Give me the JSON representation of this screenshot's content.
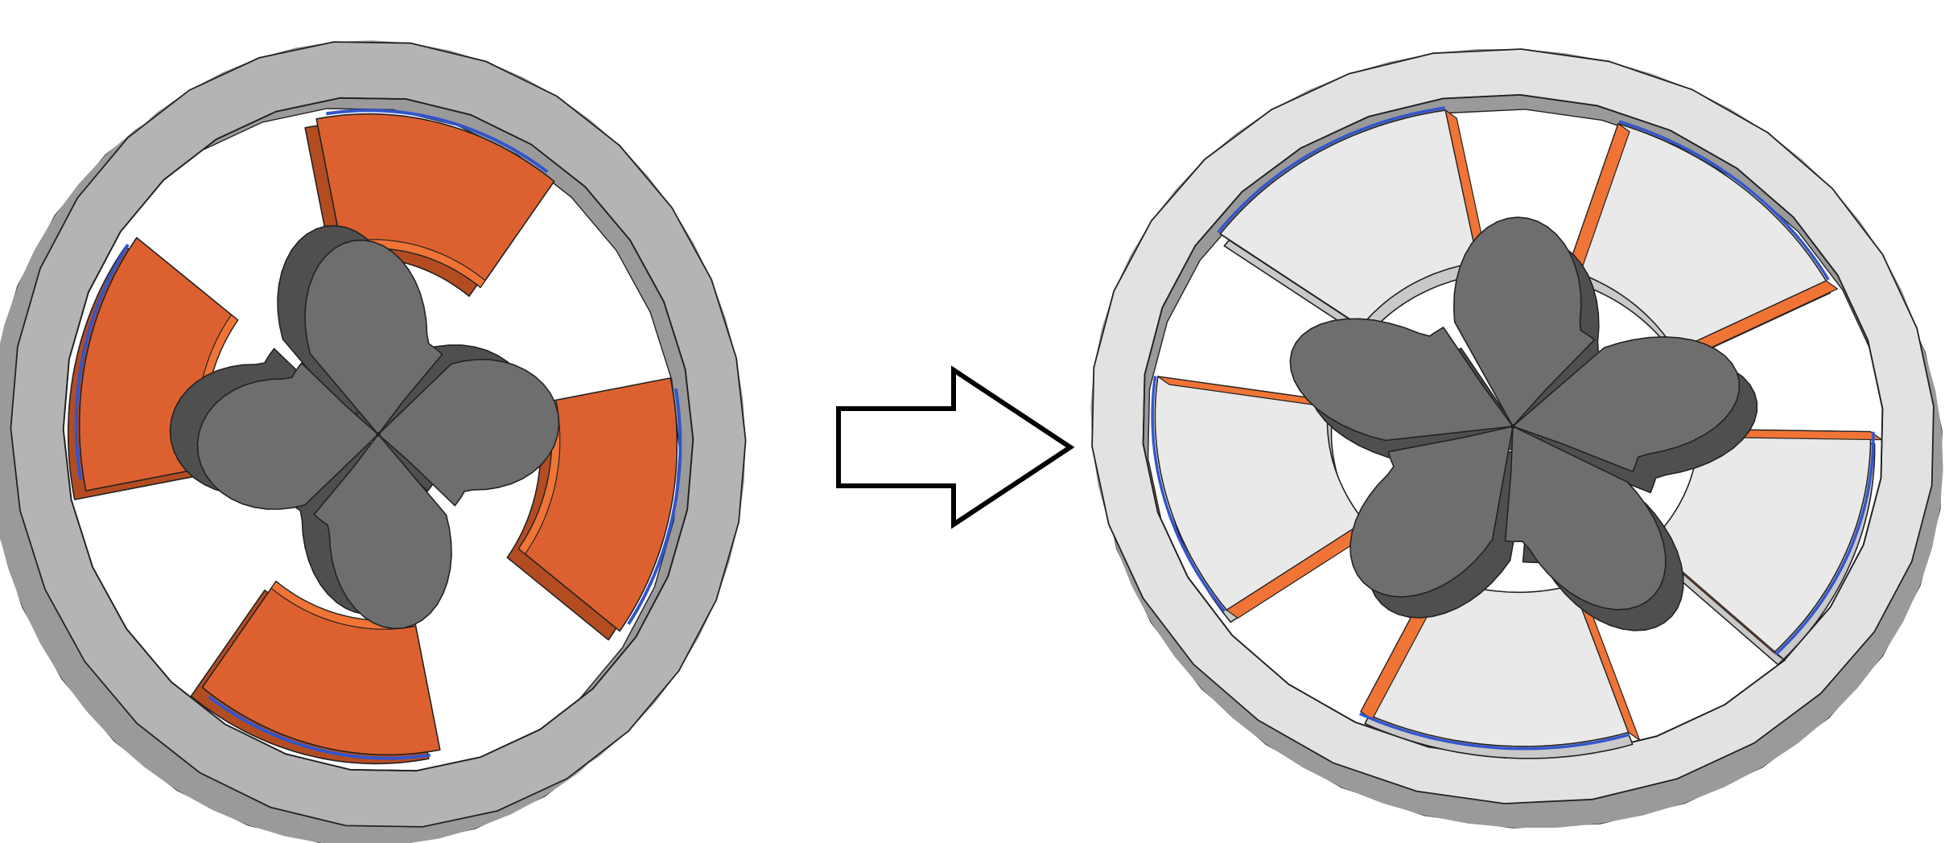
{
  "figure": {
    "panels": [
      {
        "id": "before",
        "shape": "motor",
        "rotor_lobes": 4,
        "stator_poles": 4,
        "pole_style": "solid",
        "pole_count_label": ""
      },
      {
        "id": "after",
        "shape": "motor",
        "rotor_lobes": 5,
        "stator_poles": 5,
        "pole_style": "shell",
        "pole_count_label": ""
      }
    ],
    "arrow": {
      "direction": "right"
    }
  },
  "colors": {
    "stator_face": "#e2e2e2",
    "stator_face_before": "#b4b4b4",
    "stator_side": "#9a9a9a",
    "rotor_face": "#6e6e6e",
    "rotor_side": "#4f4f4f",
    "pole_orange": "#dd6130",
    "pole_orange_light": "#f07436",
    "pole_orange_dark": "#b44c22",
    "shell_grey": "#e9e9e9",
    "coil_blue": "#3355cc",
    "edge": "#222222",
    "arrow_fill": "#ffffff",
    "arrow_stroke": "#000000"
  }
}
